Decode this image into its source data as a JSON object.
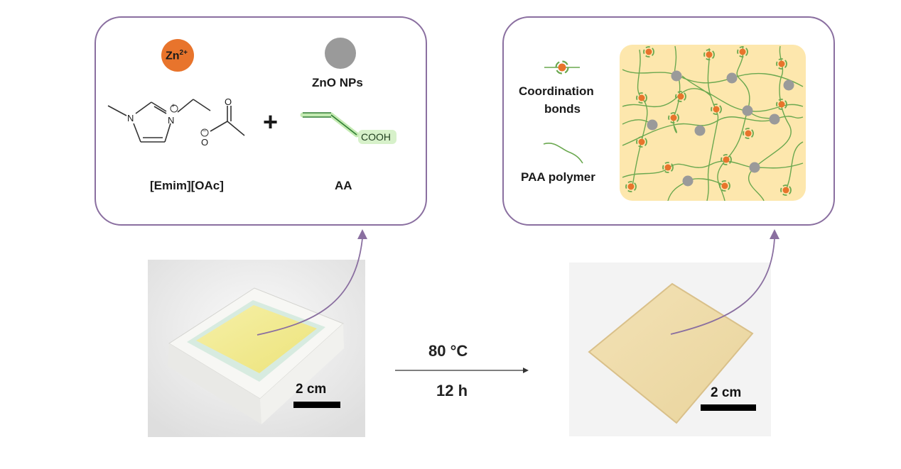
{
  "left_panel": {
    "zn_ion": "Zn",
    "zn_charge": "2+",
    "zno_label": "ZnO NPs",
    "plus_sign": "+",
    "emim_label": "[Emim][OAc]",
    "aa_label": "AA",
    "cooh_label": "COOH",
    "n_label": "N",
    "n_plus_label": "N",
    "o_label": "O",
    "o_minus_label": "O",
    "plus_charge": "+",
    "minus_charge": "−"
  },
  "right_panel": {
    "coordination_label_line1": "Coordination",
    "coordination_label_line2": "bonds",
    "paa_label": "PAA polymer"
  },
  "process": {
    "temperature": "80 °C",
    "time": "12 h"
  },
  "photos": {
    "left_scale": "2 cm",
    "right_scale": "2 cm"
  },
  "colors": {
    "frame": "#8a6fa0",
    "zinc": "#e8742c",
    "zno": "#9a9a9a",
    "polymer": "#6aa84f",
    "gel_bg": "#fde7ad"
  }
}
